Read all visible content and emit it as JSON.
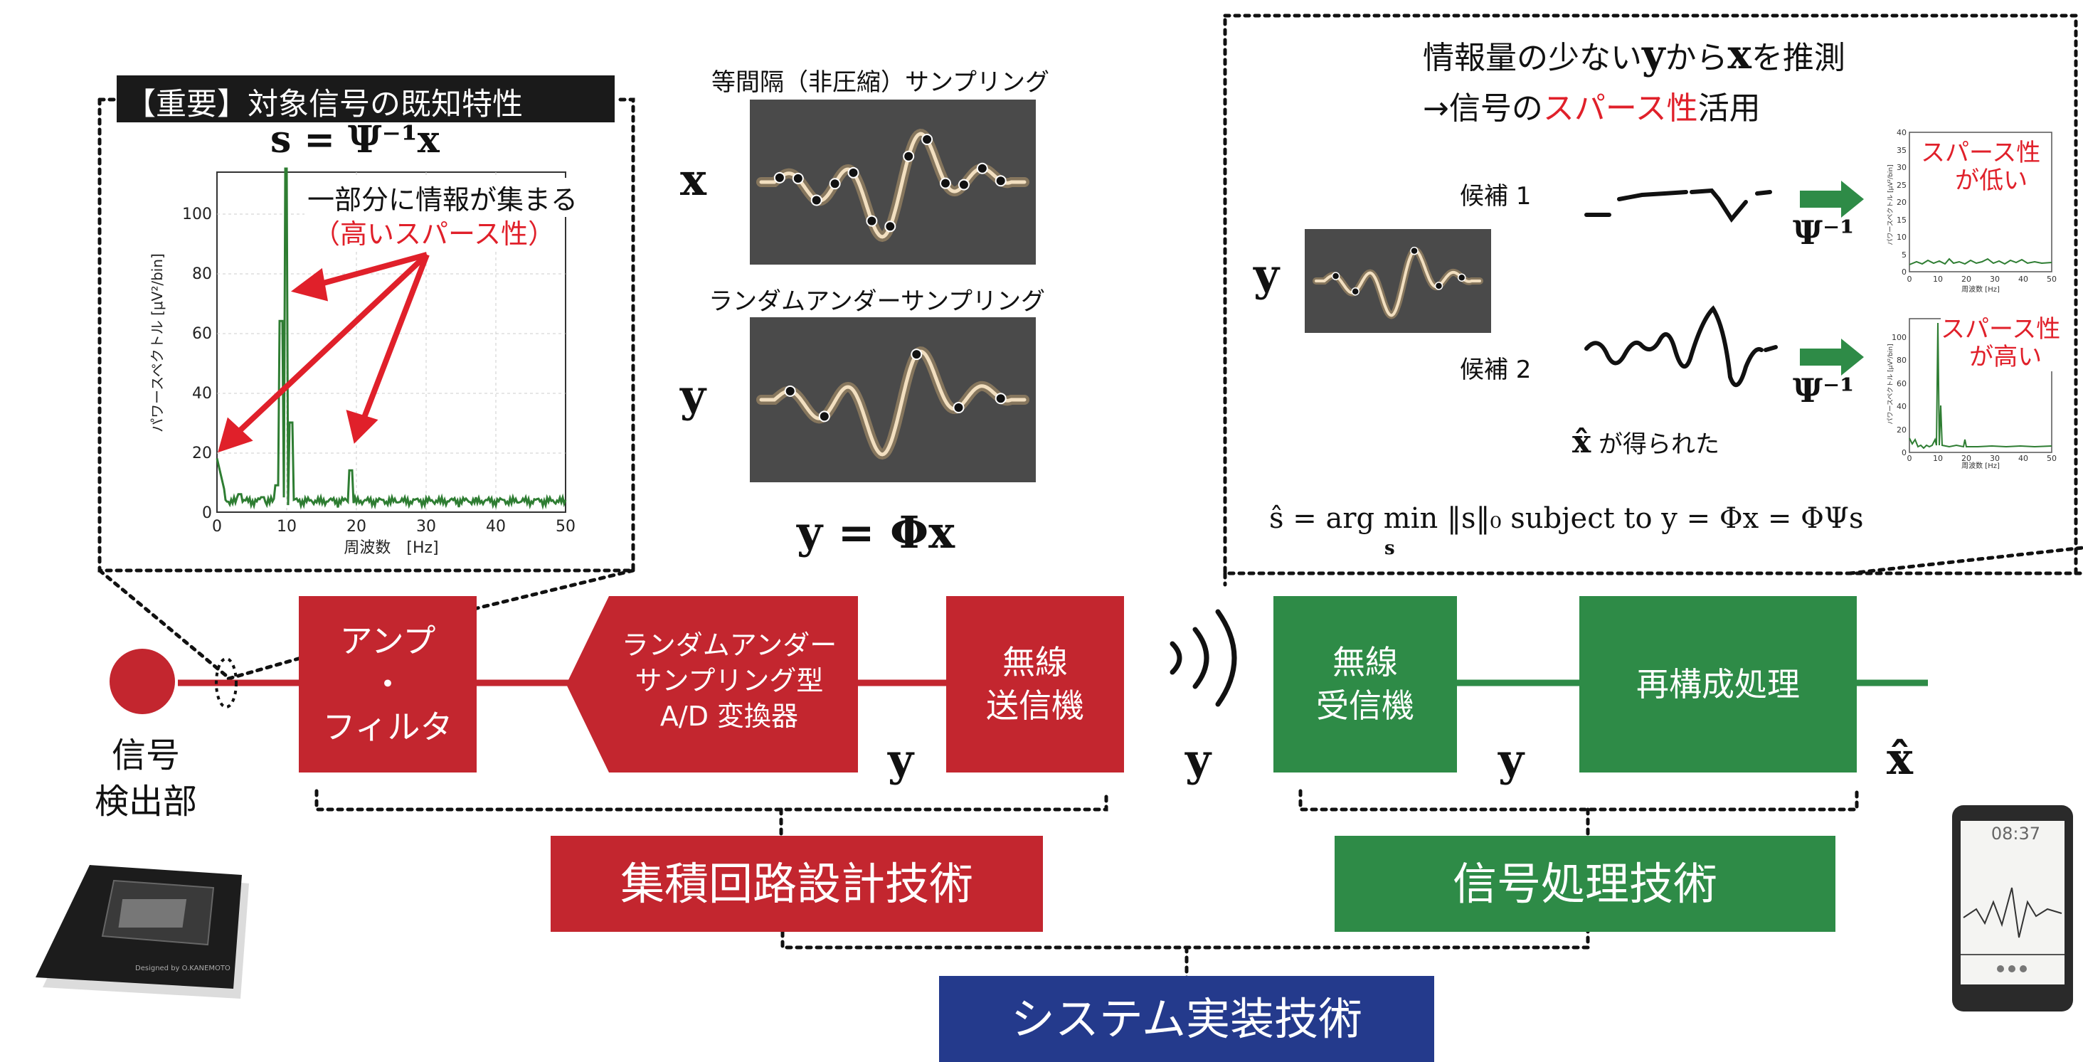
{
  "important_title": "【重要】対象信号の既知特性",
  "s_formula": "s = Ψ⁻¹x",
  "spectrum": {
    "annotation_line1": "一部分に情報が集まる",
    "annotation_line2": "（高いスパース性）",
    "ylabel": "パワースペクトル [μV²/bin]",
    "xlabel": "周波数　[Hz]",
    "xticks": [
      "0",
      "10",
      "20",
      "30",
      "40",
      "50"
    ],
    "yticks": [
      "0",
      "20",
      "40",
      "60",
      "80",
      "100"
    ]
  },
  "uniform_sampling_title": "等間隔（非圧縮）サンプリング",
  "random_sampling_title": "ランダムアンダーサンプリング",
  "x_symbol": "x",
  "y_symbol": "y",
  "xhat_symbol": "x̂",
  "y_formula": "y = Φx",
  "recon": {
    "title_line1_a": "情報量の少ない",
    "title_line1_y": "y",
    "title_line1_b": "から",
    "title_line1_x": "x",
    "title_line1_c": "を推測",
    "title_line2_a": "→信号の",
    "title_line2_red": "スパース性",
    "title_line2_b": "活用",
    "candidate1": "候補 1",
    "candidate2": "候補 2",
    "psi_inv": "Ψ⁻¹",
    "low_sparsity_line1": "スパース性",
    "low_sparsity_line2": "が低い",
    "high_sparsity_line1": "スパース性",
    "high_sparsity_line2": "が高い",
    "obtained_suffix": "が得られた",
    "optimization": "ŝ = arg min ‖s‖₀   subject to   y = Φx = ΦΨs",
    "optimization_sub": "s",
    "mini_ylabel": "パワースペクトル [μV²/bin]",
    "mini_xlabel": "周波数 [Hz]",
    "mini_xticks": [
      "0",
      "10",
      "20",
      "30",
      "40",
      "50"
    ],
    "mini1_yticks": [
      "0",
      "5",
      "10",
      "15",
      "20",
      "25",
      "30",
      "35",
      "40"
    ],
    "mini2_yticks": [
      "0",
      "20",
      "40",
      "60",
      "80",
      "100"
    ]
  },
  "blocks": {
    "amp_filter": "アンプ\n・\nフィルタ",
    "adc": "ランダムアンダー\nサンプリング型\nA/D 変換器",
    "transmitter": "無線\n送信機",
    "receiver": "無線\n受信機",
    "reconstruction": "再構成処理"
  },
  "signal_detector": "信号\n検出部",
  "chip_text": "Designed by O.KANEMOTO",
  "phone_time": "08:37",
  "footer": {
    "ic_design": "集積回路設計技術",
    "signal_processing": "信号処理技術",
    "system_impl": "システム実装技術"
  },
  "colors": {
    "red": "#c3262f",
    "green": "#2e8b47",
    "navy": "#243a8c",
    "plot_green": "#2e7d32",
    "wave_bg": "#4a4a4a",
    "wave_line": "#e8c99a"
  }
}
